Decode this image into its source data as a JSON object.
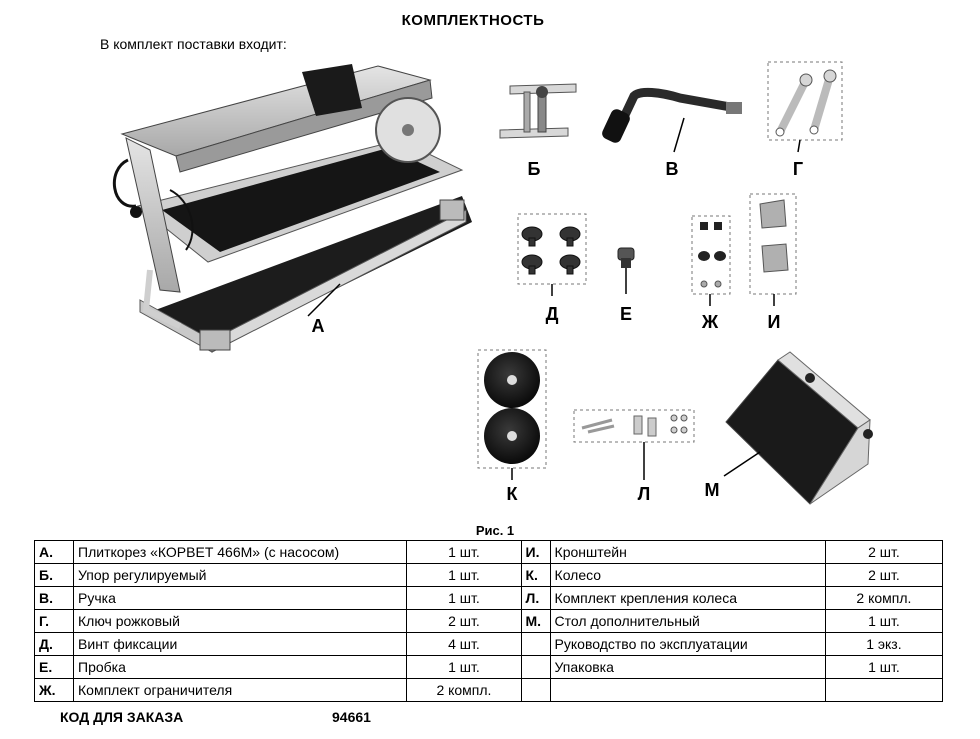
{
  "title": "КОМПЛЕКТНОСТЬ",
  "intro": "В комплект поставки входит:",
  "figure_labels": [
    "А",
    "Б",
    "В",
    "Г",
    "Д",
    "Е",
    "Ж",
    "И",
    "К",
    "Л",
    "М"
  ],
  "figure_caption": "Рис. 1",
  "rows": [
    {
      "left": {
        "key": "А.",
        "name": "Плиткорез «КОРВЕТ 466М»  (с насосом)",
        "qty": "1 шт."
      },
      "right": {
        "key": "И.",
        "name": "Кронштейн",
        "qty": "2 шт."
      }
    },
    {
      "left": {
        "key": "Б.",
        "name": "Упор регулируемый",
        "qty": "1 шт."
      },
      "right": {
        "key": "К.",
        "name": "Колесо",
        "qty": "2 шт."
      }
    },
    {
      "left": {
        "key": "В.",
        "name": "Ручка",
        "qty": "1 шт."
      },
      "right": {
        "key": "Л.",
        "name": "Комплект крепления колеса",
        "qty": "2 компл."
      }
    },
    {
      "left": {
        "key": "Г.",
        "name": "Ключ рожковый",
        "qty": "2 шт."
      },
      "right": {
        "key": "М.",
        "name": " Стол дополнительный",
        "qty": "1 шт."
      }
    },
    {
      "left": {
        "key": "Д.",
        "name": "Винт фиксации",
        "qty": "4 шт."
      },
      "right": {
        "key": "",
        "name": "Руководство по эксплуатации",
        "qty": "1 экз."
      }
    },
    {
      "left": {
        "key": "Е.",
        "name": "Пробка",
        "qty": "1 шт."
      },
      "right": {
        "key": "",
        "name": "Упаковка",
        "qty": "1 шт."
      }
    },
    {
      "left": {
        "key": "Ж.",
        "name": "Комплект ограничителя",
        "qty": "2 компл."
      },
      "right": {
        "key": "",
        "name": "",
        "qty": ""
      }
    }
  ],
  "order": {
    "label": "КОД  ДЛЯ  ЗАКАЗА",
    "code": "94661"
  }
}
